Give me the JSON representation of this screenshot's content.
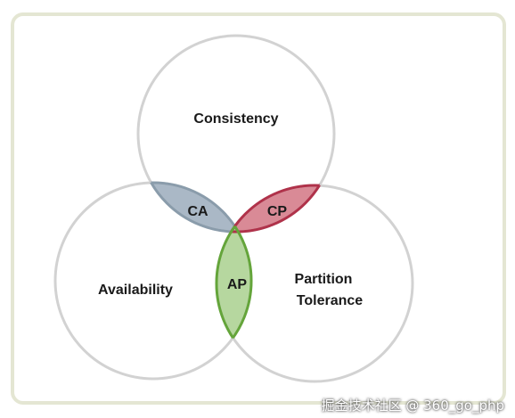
{
  "diagram": {
    "sets": {
      "consistency": "Consistency",
      "availability": "Availability",
      "partition_line1": "Partition",
      "partition_line2": "Tolerance"
    },
    "intersections": {
      "ca": "CA",
      "cp": "CP",
      "ap": "AP"
    },
    "colors": {
      "ca_fill": "#aab8c6",
      "ca_stroke": "#8a9cab",
      "cp_fill": "#d98a96",
      "cp_stroke": "#b0324a",
      "ap_fill": "#b6d79f",
      "ap_stroke": "#64a53a",
      "circle_stroke": "#d2d2d2",
      "frame": "#e4e6d3"
    }
  },
  "watermark": "掘金技术社区 @ 360_go_php"
}
